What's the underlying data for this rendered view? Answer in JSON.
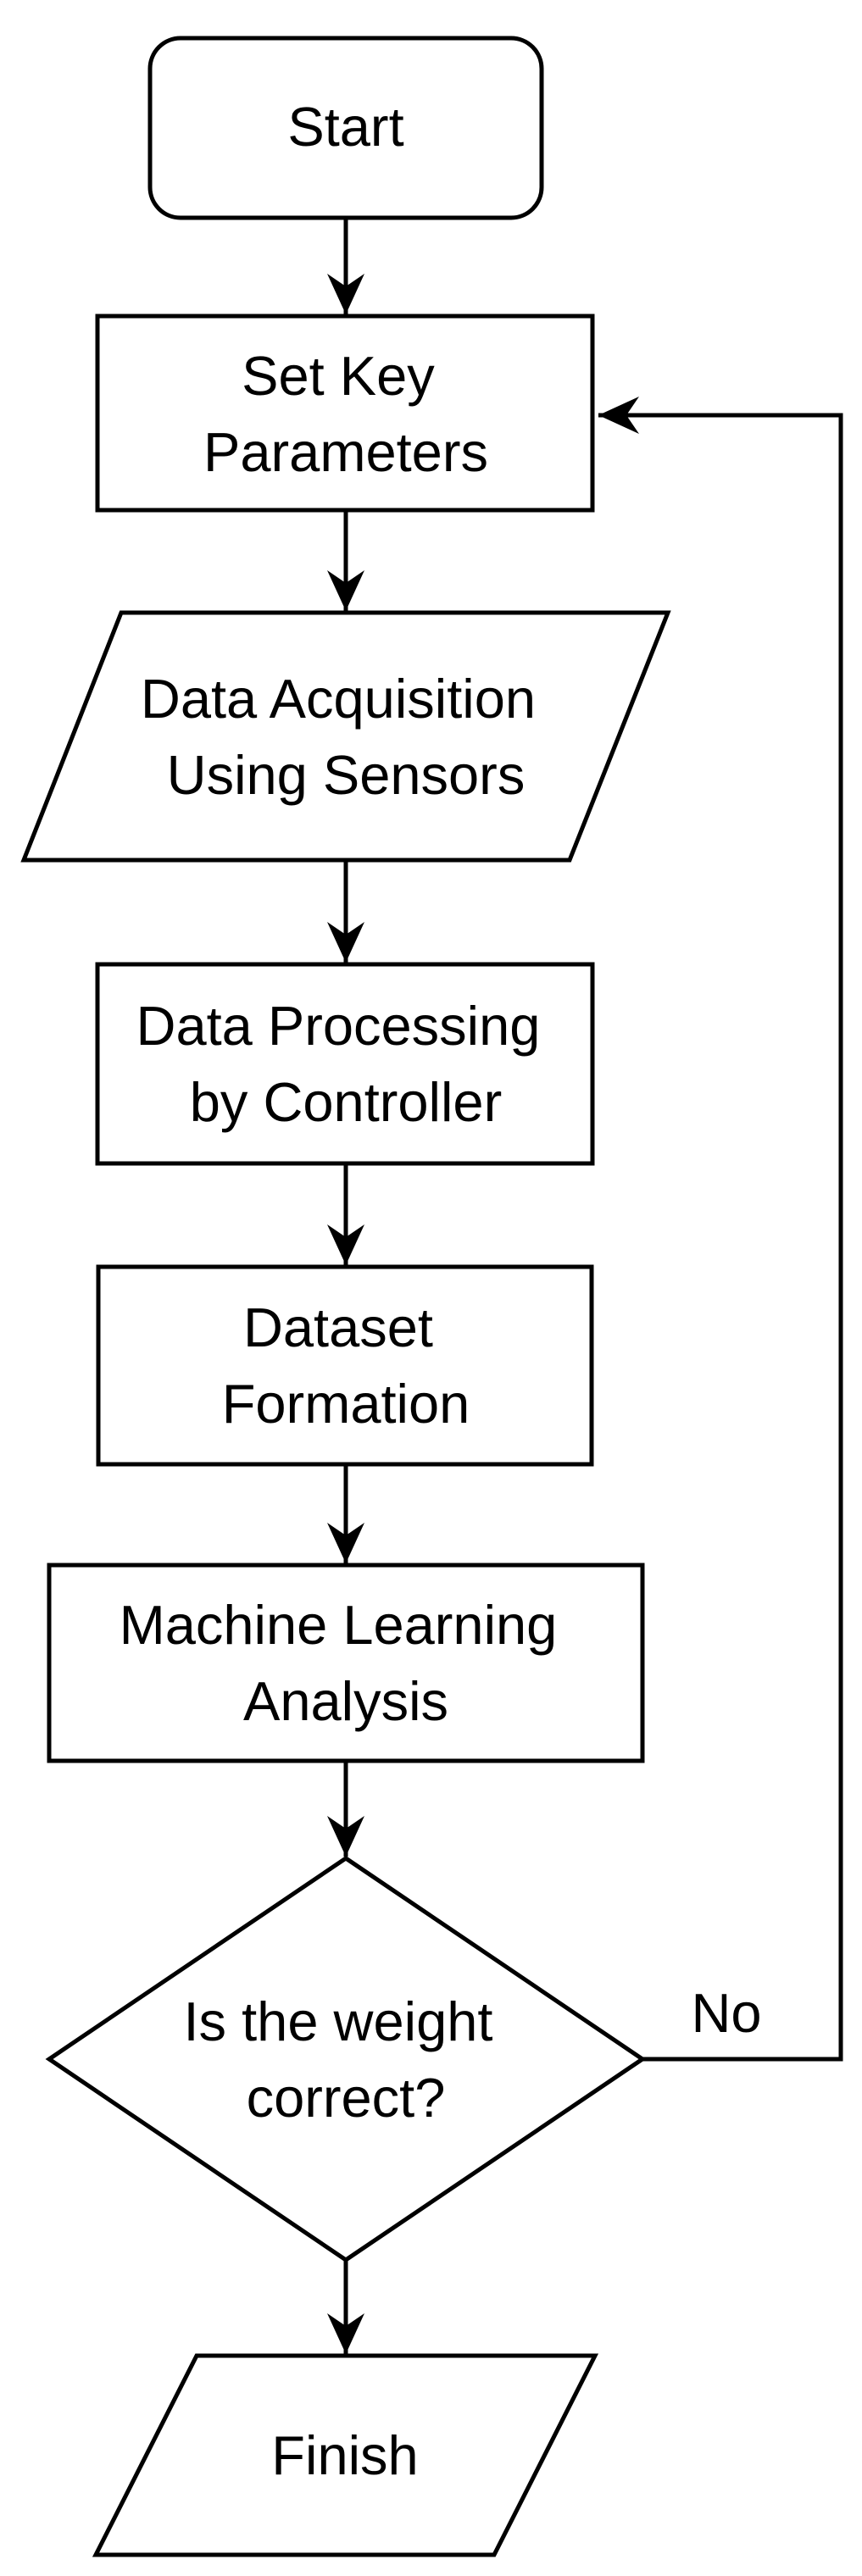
{
  "page": {
    "background_color": "#ffffff"
  },
  "diagram": {
    "type": "flowchart",
    "stroke_color": "#000000",
    "text_color": "#000000",
    "node_fill_color": "#ffffff",
    "nodes": {
      "start": {
        "shape": "terminator",
        "label": "Start"
      },
      "set_key_parameters": {
        "shape": "process",
        "line1": "Set Key",
        "line2": "Parameters"
      },
      "data_acquisition": {
        "shape": "input_output",
        "line1": "Data Acquisition",
        "line2": "Using Sensors"
      },
      "data_processing": {
        "shape": "process",
        "line1": "Data Processing",
        "line2": "by Controller"
      },
      "dataset_formation": {
        "shape": "process",
        "line1": "Dataset",
        "line2": "Formation"
      },
      "machine_learning_analysis": {
        "shape": "process",
        "line1": "Machine Learning",
        "line2": "Analysis"
      },
      "weight_decision": {
        "shape": "decision",
        "line1": "Is the weight",
        "line2": "correct?"
      },
      "finish": {
        "shape": "input_output",
        "label": "Finish"
      }
    },
    "edges": {
      "no_branch_label": "No"
    }
  }
}
